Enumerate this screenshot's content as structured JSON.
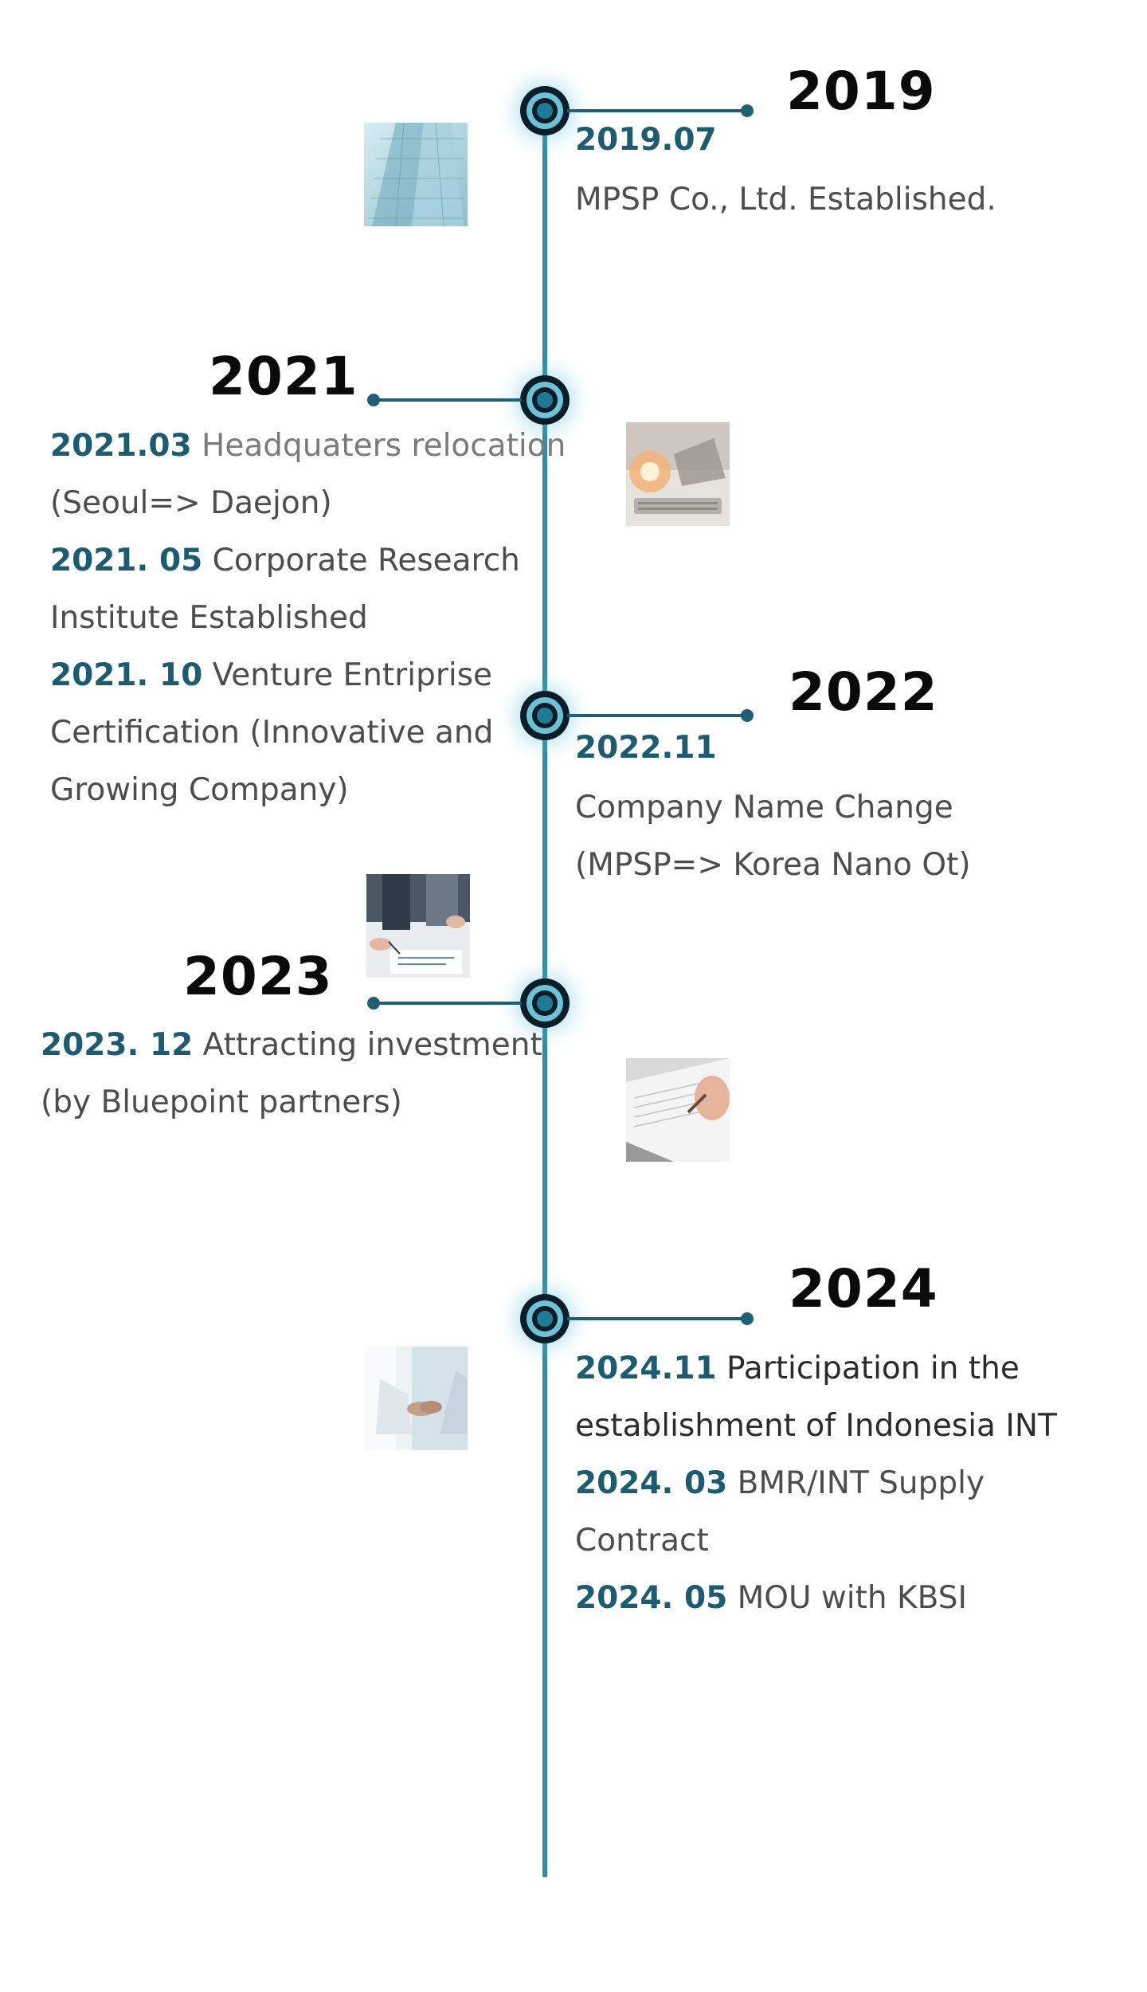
{
  "timeline": {
    "years": {
      "y2019": "2019",
      "y2021": "2021",
      "y2022": "2022",
      "y2023": "2023",
      "y2024": "2024"
    },
    "e2019": {
      "date": "2019.07",
      "text": "MPSP Co., Ltd. Established."
    },
    "e2021": {
      "d1": "2021.03",
      "t1a": " Headquaters relocation",
      "t1b": "(Seoul=> Daejon)",
      "d2": "2021. 05",
      "t2a": " Corporate Research",
      "t2b": "Institute Established",
      "d3": "2021. 10",
      "t3a": "  Venture Entriprise",
      "t3b": "Certification (Innovative and",
      "t3c": "Growing Company)"
    },
    "e2022": {
      "date": "2022.11",
      "t1": "Company Name Change",
      "t2": "(MPSP=> Korea Nano Ot)"
    },
    "e2023": {
      "date": "2023. 12",
      "t1": "  Attracting investment",
      "t2": "(by Bluepoint partners)"
    },
    "e2024": {
      "d1": "2024.11",
      "t1a": " Participation in the",
      "t1b": "establishment of Indonesia INT",
      "d2": "2024. 03",
      "t2a": " BMR/INT Supply",
      "t2b": "Contract",
      "d3": "2024. 05",
      "t3": "  MOU with KBSI"
    }
  },
  "colors": {
    "spine": "#2f8da6",
    "accent_date": "#1c5b70",
    "node_ring": "#6fc1d6",
    "node_dark": "#0b1d28"
  },
  "icons": {
    "thumb_2019": "office-building-photo",
    "thumb_2021": "laptop-work-photo",
    "thumb_2022": "business-meeting-photo",
    "thumb_2023": "contract-signing-photo",
    "thumb_2024": "handshake-photo"
  }
}
